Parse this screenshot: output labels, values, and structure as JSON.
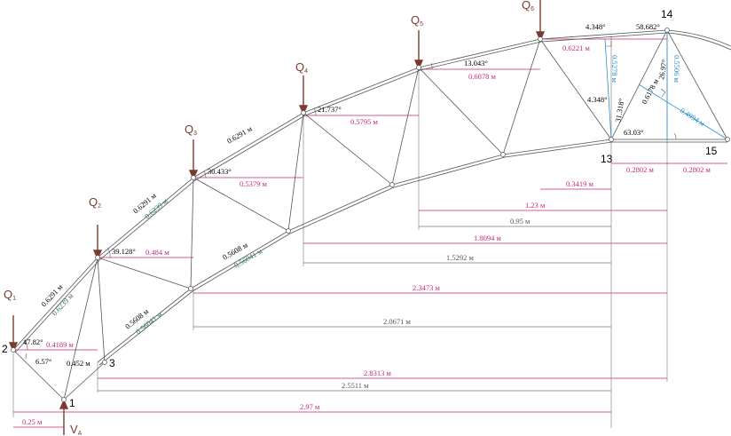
{
  "colors": {
    "member": "#555555",
    "magenta": "#c8287a",
    "green": "#2f7a55",
    "cyan": "#2a8fc8",
    "load": "#7a3b2e",
    "text": "#000000"
  },
  "loads": [
    {
      "id": "q1",
      "letter": "Q",
      "sub": "1"
    },
    {
      "id": "q2",
      "letter": "Q",
      "sub": "2"
    },
    {
      "id": "q3",
      "letter": "Q",
      "sub": "3"
    },
    {
      "id": "q4",
      "letter": "Q",
      "sub": "4"
    },
    {
      "id": "q5",
      "letter": "Q",
      "sub": "5"
    },
    {
      "id": "q6",
      "letter": "Q",
      "sub": "6"
    }
  ],
  "reaction": {
    "letter": "V",
    "sub": "A"
  },
  "nodes": {
    "n1": "1",
    "n2": "2",
    "n3": "3",
    "n13": "13",
    "n14": "14",
    "n15": "15"
  },
  "angles": {
    "a1": "47.82°",
    "a2": "6.57°",
    "a3": "39.128°",
    "a4": "30.433°",
    "a5": "21.737°",
    "a6": "13.043°",
    "a7": "4.348°",
    "a8": "4.348°",
    "a9": "58.682°",
    "a10": "31.318°",
    "a11": "26.97°",
    "a12": "63.03°"
  },
  "member_labels": {
    "m1": "0.6291 м",
    "m2": "0.6239 м",
    "m3": "0.6291 м",
    "m4": "0.6239 м",
    "m5": "0.6291 м",
    "m6": "0.5608 м",
    "m7": "0.56041 м",
    "m8": "0.5608 м",
    "m9": "0.56041 м",
    "m10": "0.452 м",
    "m11": "0.6178 м"
  },
  "magenta_labels": {
    "h1": "0.4189 м",
    "h2": "0.484 м",
    "h3": "0.5379 м",
    "h4": "0.5795 м",
    "h5": "0.6078 м",
    "h6": "0.6221 м",
    "h7": "0.3419 м",
    "h8": "0.2802 м",
    "h9": "0.2802 м"
  },
  "cyan_labels": {
    "c1": "0.5278 м",
    "c2": "0.5506 м",
    "c3": "0.4994 м"
  },
  "dimensions": {
    "d1": "1.23 м",
    "d2": "0.95 м",
    "d3": "1.8094 м",
    "d4": "1.5292 м",
    "d5": "2.3473 м",
    "d6": "2.0671 м",
    "d7": "2.8313 м",
    "d8": "2.5511 м",
    "d9": "2.97 м",
    "d10": "0.25 м"
  }
}
